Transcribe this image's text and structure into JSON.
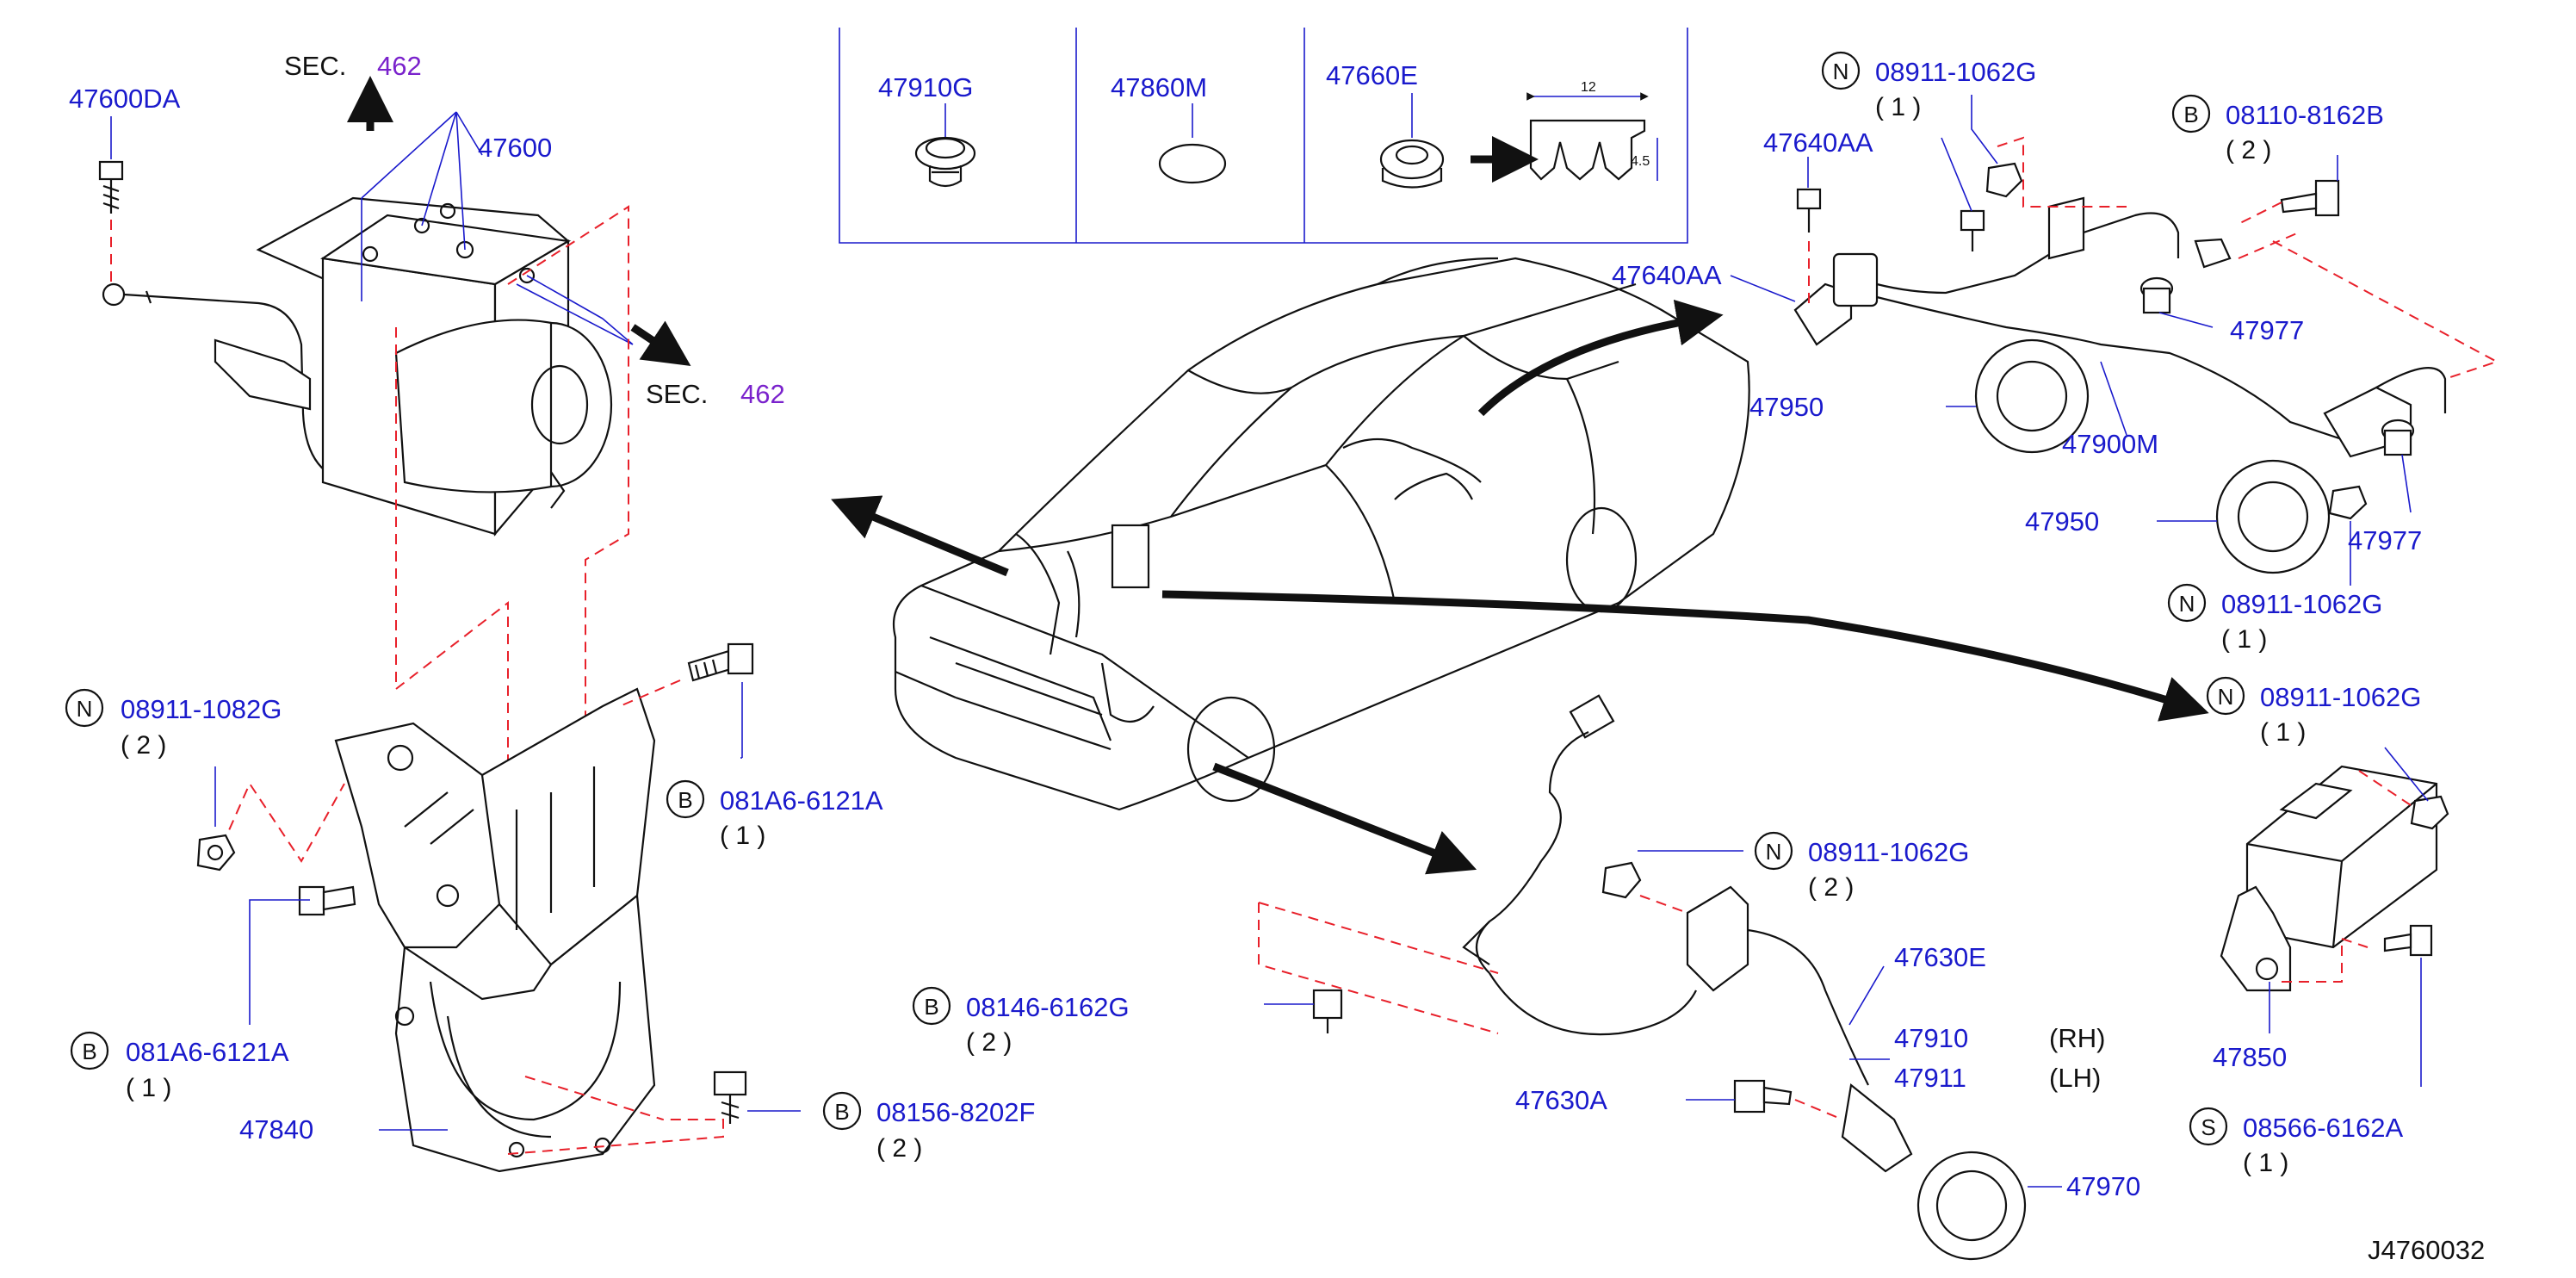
{
  "diagram_id": "J4760032",
  "sections": {
    "sec_462_a": {
      "prefix": "SEC.",
      "number": "462"
    },
    "sec_462_b": {
      "prefix": "SEC.",
      "number": "462"
    }
  },
  "inset_parts": [
    "47910G",
    "47860M",
    "47660E"
  ],
  "inset_dimensions": {
    "width": "12",
    "height": "4.5"
  },
  "parts": {
    "p47600DA": "47600DA",
    "p47600": "47600",
    "p47840": "47840",
    "p47640AA_1": "47640AA",
    "p47640AA_2": "47640AA",
    "p47950_1": "47950",
    "p47950_2": "47950",
    "p47900M": "47900M",
    "p47977_1": "47977",
    "p47977_2": "47977",
    "p47630E": "47630E",
    "p47910": "47910",
    "p47911": "47911",
    "p47630A": "47630A",
    "p47970": "47970",
    "p47850": "47850"
  },
  "side_labels": {
    "rh": "(RH)",
    "lh": "(LH)"
  },
  "fasteners": {
    "f1": {
      "badge": "N",
      "part": "08911-1082G",
      "qty": "( 2 )"
    },
    "f2": {
      "badge": "B",
      "part": "081A6-6121A",
      "qty": "( 1 )"
    },
    "f3": {
      "badge": "B",
      "part": "081A6-6121A",
      "qty": "( 1 )"
    },
    "f4": {
      "badge": "B",
      "part": "08146-6162G",
      "qty": "( 2 )"
    },
    "f5": {
      "badge": "B",
      "part": "08156-8202F",
      "qty": "( 2 )"
    },
    "f6": {
      "badge": "N",
      "part": "08911-1062G",
      "qty": "( 2 )"
    },
    "f7": {
      "badge": "N",
      "part": "08911-1062G",
      "qty": "( 1 )"
    },
    "f8": {
      "badge": "B",
      "part": "08110-8162B",
      "qty": "( 2 )"
    },
    "f9": {
      "badge": "N",
      "part": "08911-1062G",
      "qty": "( 1 )"
    },
    "f10": {
      "badge": "N",
      "part": "08911-1062G",
      "qty": "( 1 )"
    },
    "f11": {
      "badge": "S",
      "part": "08566-6162A",
      "qty": "( 1 )"
    }
  },
  "colors": {
    "part_number": "#1a1acc",
    "section_ref": "#7a22cc",
    "guide_dash": "#e8202a",
    "line": "#111111"
  }
}
